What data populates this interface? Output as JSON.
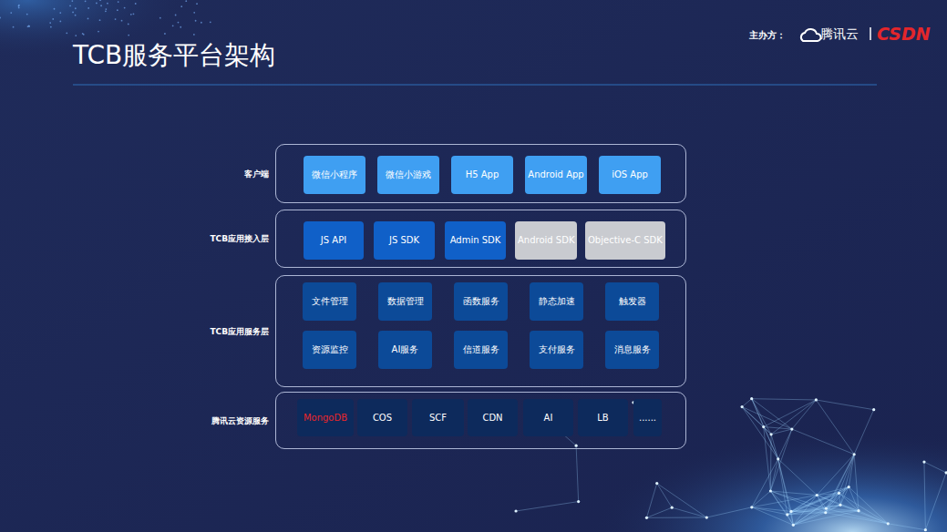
{
  "diagram": {
    "title": "TCB服务平台架构",
    "nodes": [
      {
        "text": [
          "客户端"
        ]
      },
      {
        "text": [
          "微信小程序"
        ],
        "in": 0
      },
      {
        "text": [
          "微信小游戏"
        ],
        "in": 0
      },
      {
        "text": [
          "H5 App"
        ],
        "in": 0
      },
      {
        "text": [
          "Android App"
        ],
        "in": 0
      },
      {
        "text": [
          "iOS App"
        ],
        "in": 0
      },
      {
        "text": [
          "TCB应用接入层"
        ]
      },
      {
        "text": [
          "JS API"
        ],
        "in": 6
      },
      {
        "text": [
          "JS SDK"
        ],
        "in": 6
      },
      {
        "text": [
          "Admin SDK"
        ],
        "in": 6
      },
      {
        "text": [
          "Android SDK"
        ],
        "in": 6
      },
      {
        "text": [
          "Objective-C SDK"
        ],
        "in": 6
      },
      {
        "text": [
          "TCB应用服务层"
        ]
      },
      {
        "text": [
          "文件管理"
        ],
        "in": 12
      },
      {
        "text": [
          "数据管理"
        ],
        "in": 12
      },
      {
        "text": [
          "函数服务"
        ],
        "in": 12
      },
      {
        "text": [
          "静态加速"
        ],
        "in": 12
      },
      {
        "text": [
          "触发器"
        ],
        "in": 12
      },
      {
        "text": [
          "资源监控"
        ],
        "in": 12
      },
      {
        "text": [
          "AI服务"
        ],
        "in": 12
      },
      {
        "text": [
          "信道服务"
        ],
        "in": 12
      },
      {
        "text": [
          "支付服务"
        ],
        "in": 12
      },
      {
        "text": [
          "消息服务"
        ],
        "in": 12
      },
      {
        "text": [
          "腾讯云资源服务"
        ]
      },
      {
        "text": [
          "MongoDB"
        ],
        "in": 23
      },
      {
        "text": [
          "COS"
        ],
        "in": 23
      },
      {
        "text": [
          "SCF"
        ],
        "in": 23
      },
      {
        "text": [
          "CDN"
        ],
        "in": 23
      },
      {
        "text": [
          "AI"
        ],
        "in": 23
      },
      {
        "text": [
          "LB"
        ],
        "in": 23
      },
      {
        "text": [
          "......"
        ],
        "in": 23
      }
    ],
    "labels": [
      "主办方：",
      "腾讯云",
      "CSDN"
    ]
  }
}
